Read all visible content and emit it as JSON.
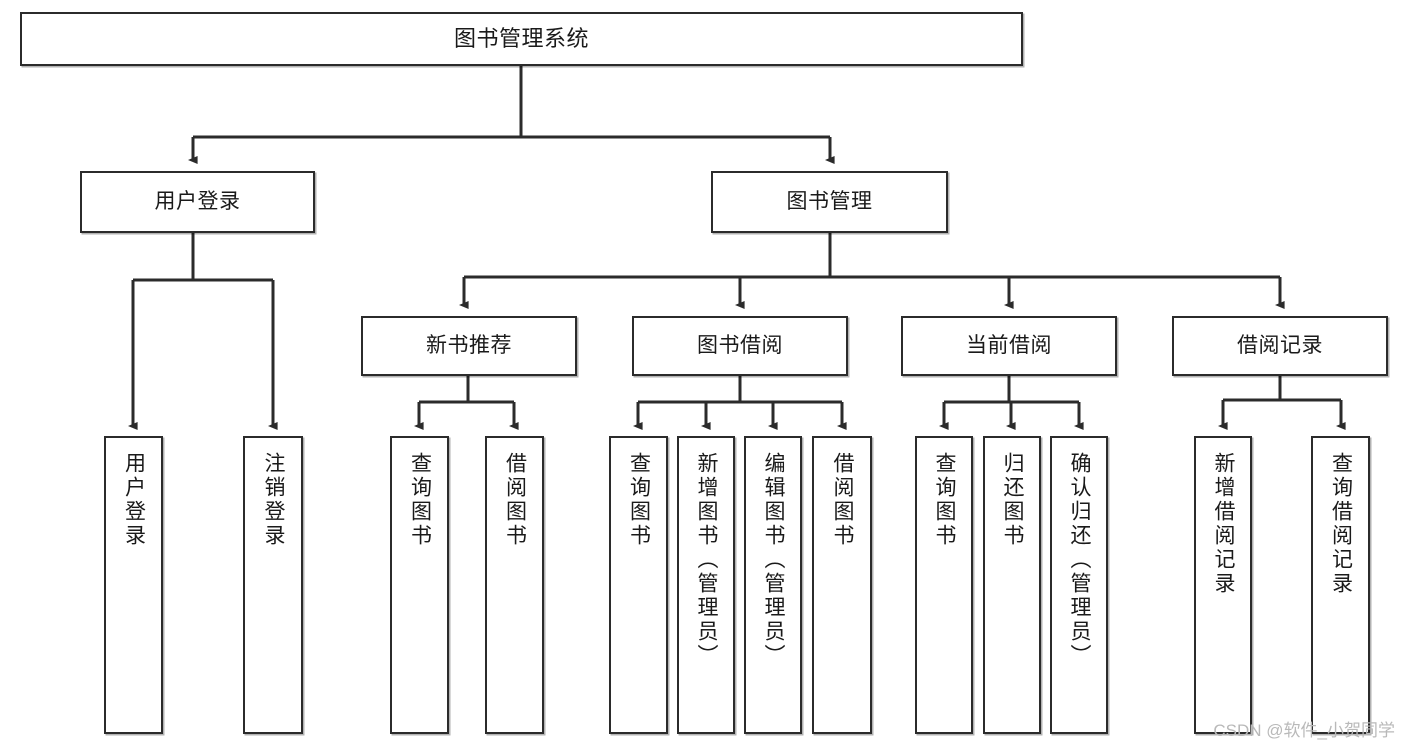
{
  "diagram": {
    "title": "图书管理系统",
    "type": "hierarchy-tree",
    "line_color": "#2b2b2b",
    "box_fill": "#ffffff",
    "box_border": "#2b2b2b",
    "text_color": "#1a1a1a"
  },
  "nodes": {
    "root": {
      "label": "图书管理系统",
      "level": 0,
      "orientation": "horizontal"
    },
    "l1": [
      {
        "label": "用户登录",
        "orientation": "horizontal"
      },
      {
        "label": "图书管理",
        "orientation": "horizontal"
      }
    ],
    "l2": [
      {
        "label": "新书推荐",
        "orientation": "horizontal",
        "parent": "图书管理"
      },
      {
        "label": "图书借阅",
        "orientation": "horizontal",
        "parent": "图书管理"
      },
      {
        "label": "当前借阅",
        "orientation": "horizontal",
        "parent": "图书管理"
      },
      {
        "label": "借阅记录",
        "orientation": "horizontal",
        "parent": "图书管理"
      }
    ],
    "leaves": [
      {
        "label": "用户登录",
        "orientation": "vertical",
        "parent": "用户登录"
      },
      {
        "label": "注销登录",
        "orientation": "vertical",
        "parent": "用户登录"
      },
      {
        "label": "查询图书",
        "orientation": "vertical",
        "parent": "新书推荐"
      },
      {
        "label": "借阅图书",
        "orientation": "vertical",
        "parent": "新书推荐"
      },
      {
        "label": "查询图书",
        "orientation": "vertical",
        "parent": "图书借阅"
      },
      {
        "label": "新增图书（管理员）",
        "orientation": "vertical",
        "parent": "图书借阅"
      },
      {
        "label": "编辑图书（管理员）",
        "orientation": "vertical",
        "parent": "图书借阅"
      },
      {
        "label": "借阅图书",
        "orientation": "vertical",
        "parent": "图书借阅"
      },
      {
        "label": "查询图书",
        "orientation": "vertical",
        "parent": "当前借阅"
      },
      {
        "label": "归还图书",
        "orientation": "vertical",
        "parent": "当前借阅"
      },
      {
        "label": "确认归还（管理员）",
        "orientation": "vertical",
        "parent": "当前借阅"
      },
      {
        "label": "新增借阅记录",
        "orientation": "vertical",
        "parent": "借阅记录"
      },
      {
        "label": "查询借阅记录",
        "orientation": "vertical",
        "parent": "借阅记录"
      }
    ]
  },
  "watermark": {
    "text": "CSDN @软件_小贺同学"
  }
}
